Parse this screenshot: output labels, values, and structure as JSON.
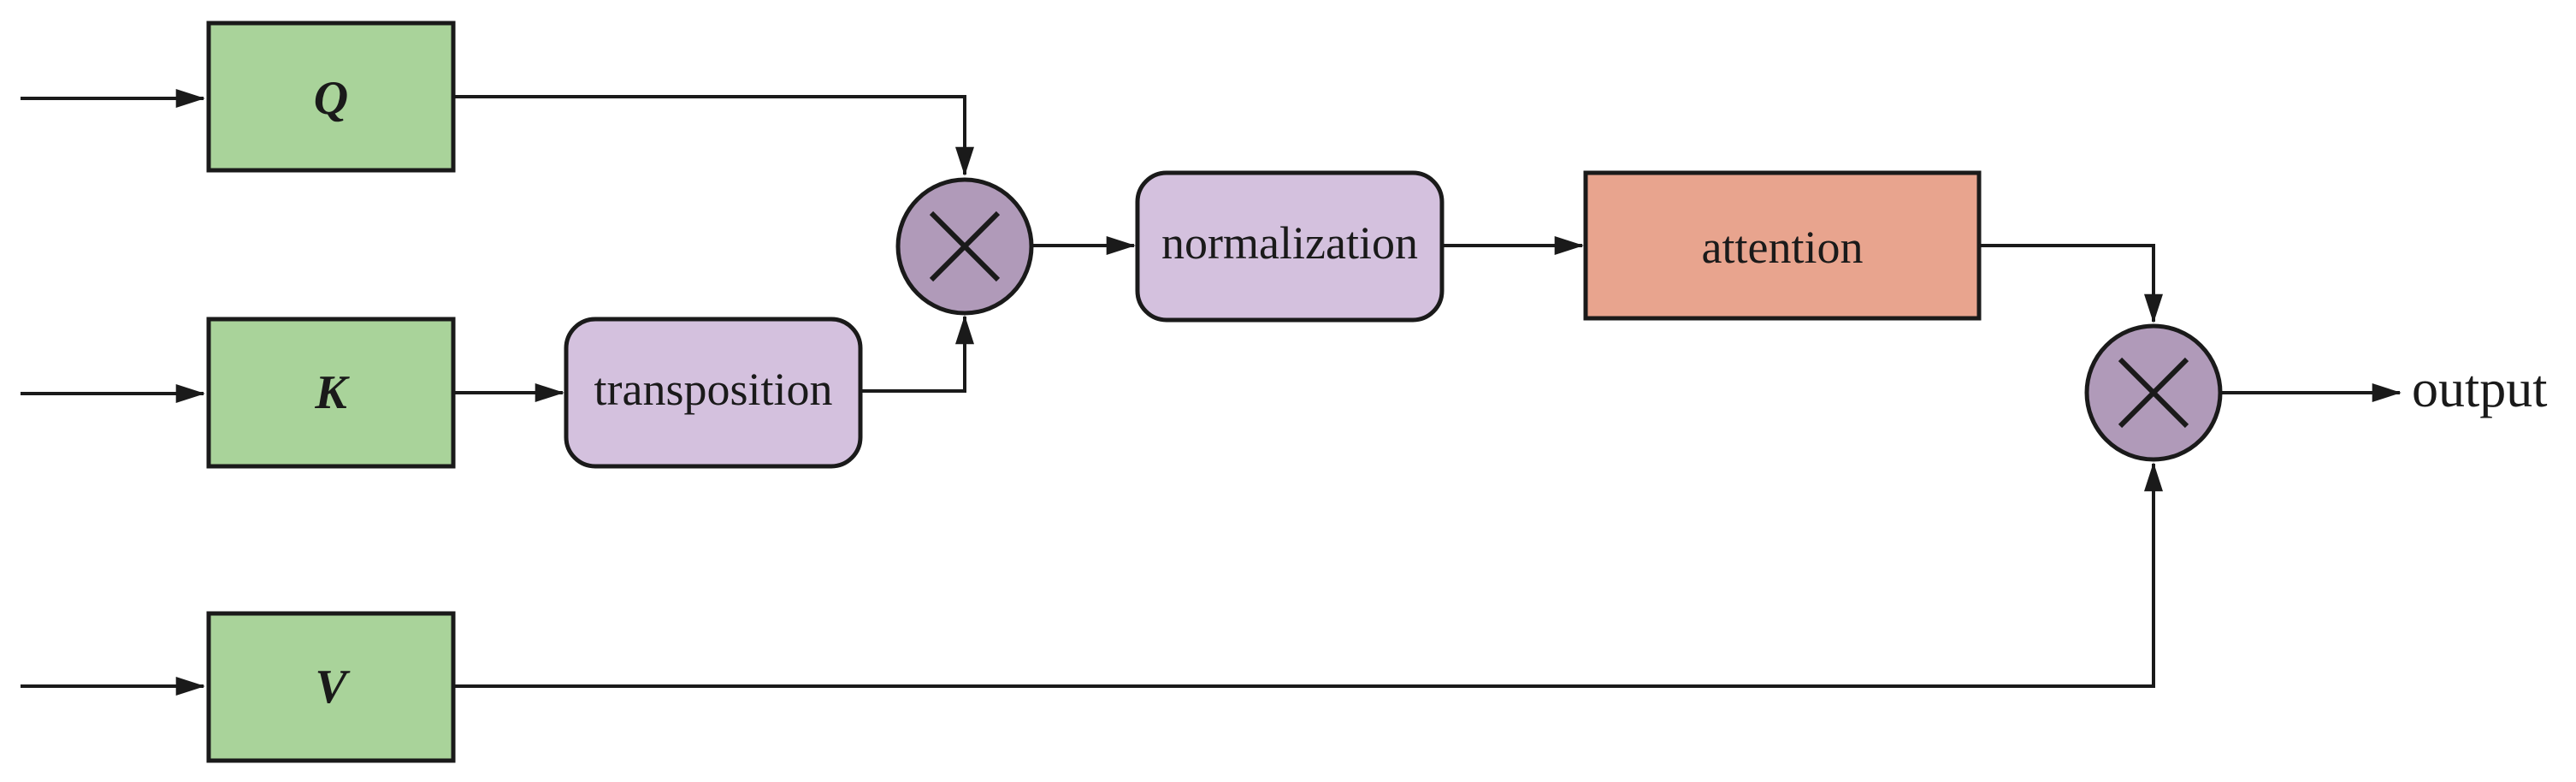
{
  "inputs": [
    {
      "id": "q",
      "label": "Q",
      "fill": "#a9d39a"
    },
    {
      "id": "k",
      "label": "K",
      "fill": "#a9d39a"
    },
    {
      "id": "v",
      "label": "V",
      "fill": "#a9d39a"
    }
  ],
  "operations": {
    "transposition": {
      "label": "transposition",
      "fill": "#d4c1de"
    },
    "normalization": {
      "label": "normalization",
      "fill": "#d4c1de"
    },
    "attention": {
      "label": "attention",
      "fill": "#e8a48e"
    }
  },
  "multiply_node_fill": "#b09ab9",
  "output": {
    "label": "output"
  }
}
